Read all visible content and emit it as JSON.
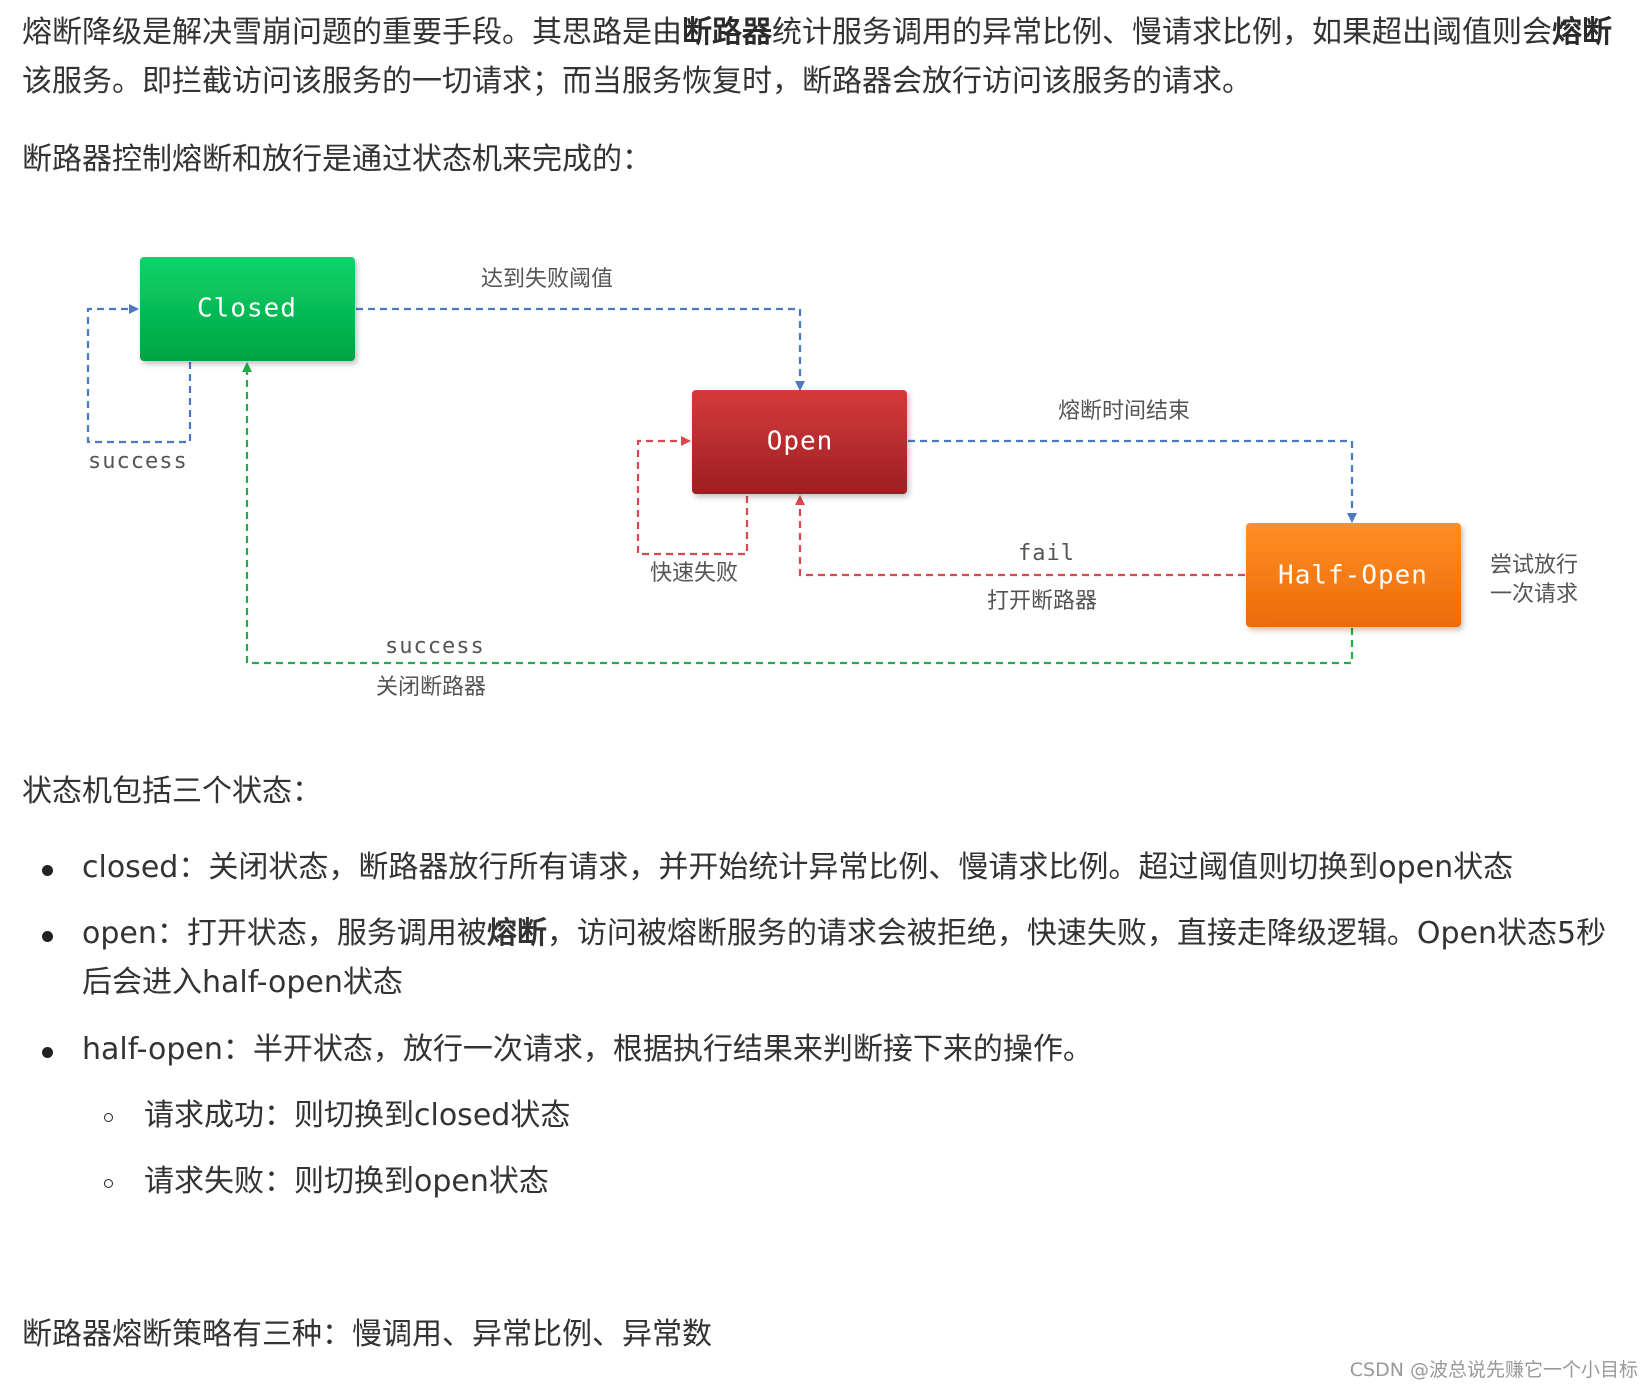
{
  "intro": {
    "p1_a": "熔断降级是解决雪崩问题的重要手段。其思路是由",
    "p1_b": "断路器",
    "p1_c": "统计服务调用的异常比例、慢请求比例，如果超出阈值则会",
    "p1_d": "熔断",
    "p1_e": "该服务。即拦截访问该服务的一切请求；而当服务恢复时，断路器会放行访问该服务的请求。",
    "p2": "断路器控制熔断和放行是通过状态机来完成的："
  },
  "diagram": {
    "states": {
      "closed": "Closed",
      "open": "Open",
      "half_open": "Half-Open"
    },
    "labels": {
      "reach_threshold": "达到失败阈值",
      "closed_success": "success",
      "fuse_time_end": "熔断时间结束",
      "fast_fail": "快速失败",
      "fail": "fail",
      "open_breaker": "打开断路器",
      "try_release_1": "尝试放行",
      "try_release_2": "一次请求",
      "halfopen_success": "success",
      "close_breaker": "关闭断路器"
    },
    "colors": {
      "closed_top": "#0bd26a",
      "closed_bottom": "#01a543",
      "open_top": "#d63a3a",
      "open_bottom": "#9c1f23",
      "half_open_top": "#ff8f26",
      "half_open_bottom": "#ec6a06",
      "blue_line": "#4a79c2",
      "green_line": "#22ad48",
      "red_line": "#d9484d"
    }
  },
  "states_heading": "状态机包括三个状态：",
  "bullets": [
    {
      "text_a": "closed：关闭状态，断路器放行所有请求，并开始统计异常比例、慢请求比例。超过阈值则切换到open状态"
    },
    {
      "text_a": "open：打开状态，服务调用被",
      "text_b": "熔断",
      "text_c": "，访问被熔断服务的请求会被拒绝，快速失败，直接走降级逻辑。Open状态5秒后会进入half-open状态"
    },
    {
      "text_a": "half-open：半开状态，放行一次请求，根据执行结果来判断接下来的操作。"
    }
  ],
  "sub_bullets": [
    "请求成功：则切换到closed状态",
    "请求失败：则切换到open状态"
  ],
  "strategy": "断路器熔断策略有三种：慢调用、异常比例、异常数",
  "watermark": "CSDN @波总说先赚它一个小目标"
}
